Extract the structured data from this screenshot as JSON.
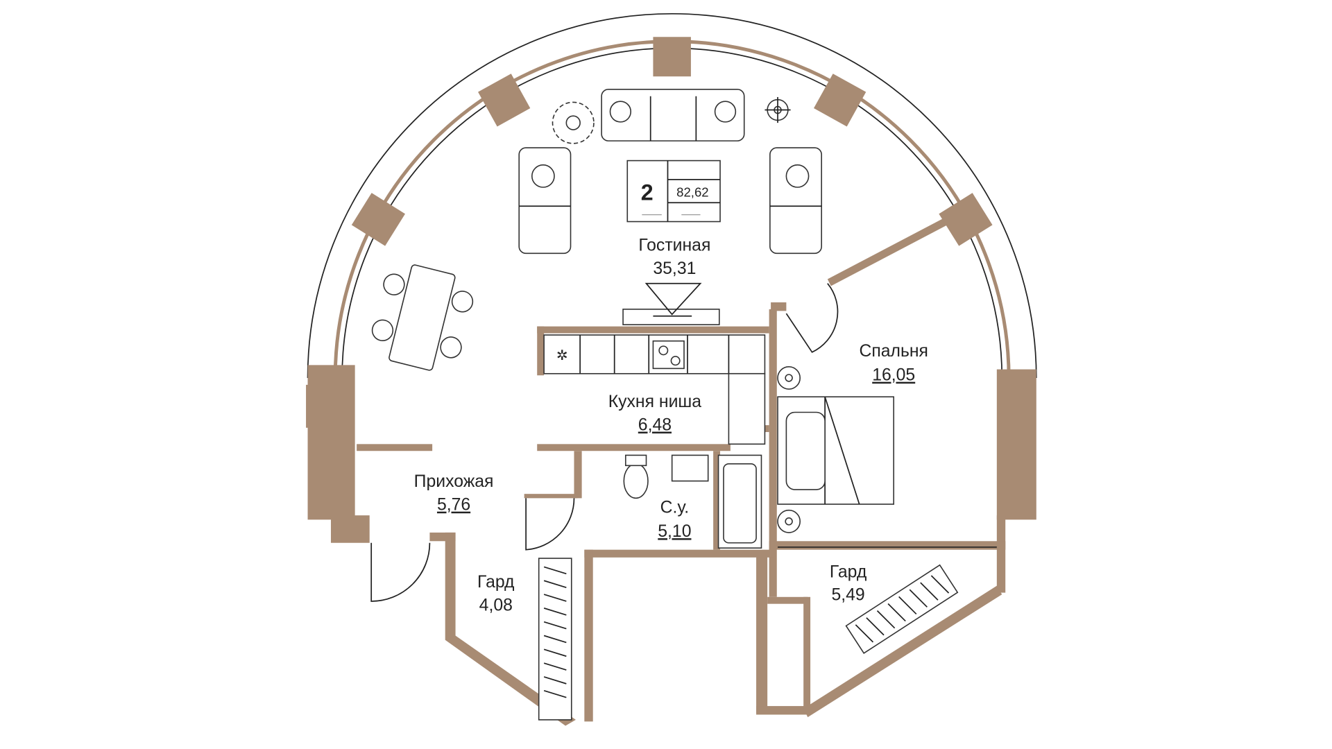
{
  "plan": {
    "rooms_count": "2",
    "total_area": "82,62",
    "rooms": [
      {
        "name": "Гостиная",
        "area": "35,31"
      },
      {
        "name": "Спальня",
        "area": "16,05"
      },
      {
        "name": "Кухня ниша",
        "area": "6,48"
      },
      {
        "name": "Прихожая",
        "area": "5,76"
      },
      {
        "name": "С.у.",
        "area": "5,10"
      },
      {
        "name": "Гард",
        "area": "4,08"
      },
      {
        "name": "Гард",
        "area": "5,49"
      }
    ]
  },
  "colors": {
    "wall": "#a88b73",
    "line": "#222222"
  }
}
